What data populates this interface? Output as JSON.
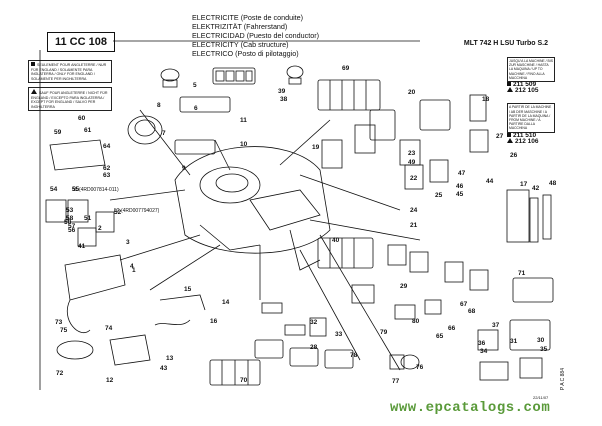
{
  "header": {
    "ref_code": "11 CC 108",
    "titles": [
      "ELECTRICITE (Poste de conduite)",
      "ELEKTRIZITÄT (Fahrerstand)",
      "ELECTRICIDAD (Puesto del conductor)",
      "ELECTRICITY (Cab structure)",
      "ELECTRICO (Posto di pilotaggio)"
    ],
    "model": "MLT 742 H LSU Turbo S.2"
  },
  "notes": {
    "england_only": "SEULEMENT POUR ANGLETERRE / NUR FÜR ENGLAND / SOLAMENTE PARA INGLATERRA / ONLY FOR ENGLAND / SOLAMENTE PER INGHILTERRA",
    "except_england": "SAUF POUR ANGLETERRE / NICHT FÜR ENGLAND / EXCEPTO PARA INGLATERRA / EXCEPT FOR ENGLAND / SALVO PER INGHILTERRA"
  },
  "serials": {
    "up_to_header": "JUSQU'A LA MACHINE / BIS ZUR MASCHINE / HASTA LA MAQUINA / UP TO MACHINE / FINO ALLA MACCHINA",
    "s1": "211 509",
    "s2": "212 105",
    "from_header": "A PARTIR DE LA MACHINE / AB DER MASCHINE / A PARTIR DE LA MAQUINA / FROM MACHINE / A PARTIRE DALLA MACCHINA",
    "s3": "211 510",
    "s4": "212 106"
  },
  "part_refs": {
    "ref_55": "55 (4RD007814-011)",
    "ref_52": "52 (4RD007794027)"
  },
  "callouts": [
    "1",
    "2",
    "3",
    "4",
    "5",
    "6",
    "7",
    "8",
    "9",
    "10",
    "11",
    "12",
    "13",
    "14",
    "15",
    "16",
    "17",
    "18",
    "19",
    "20",
    "21",
    "22",
    "23",
    "24",
    "25",
    "26",
    "27",
    "28",
    "29",
    "30",
    "31",
    "32",
    "33",
    "34",
    "35",
    "36",
    "37",
    "38",
    "39",
    "40",
    "41",
    "42",
    "43",
    "44",
    "45",
    "46",
    "47",
    "48",
    "49",
    "50",
    "51",
    "52",
    "53",
    "54",
    "55",
    "56",
    "57",
    "58",
    "59",
    "60",
    "61",
    "62",
    "63",
    "64",
    "65",
    "66",
    "67",
    "68",
    "69",
    "70",
    "71",
    "72",
    "73",
    "74",
    "75",
    "76",
    "77",
    "78",
    "79",
    "80"
  ],
  "footer": {
    "date": "22/11/07",
    "pac": "P A C 884",
    "watermark": "www.epcatalogs.com"
  },
  "colors": {
    "line": "#111111",
    "watermark": "#5a9a3a"
  }
}
